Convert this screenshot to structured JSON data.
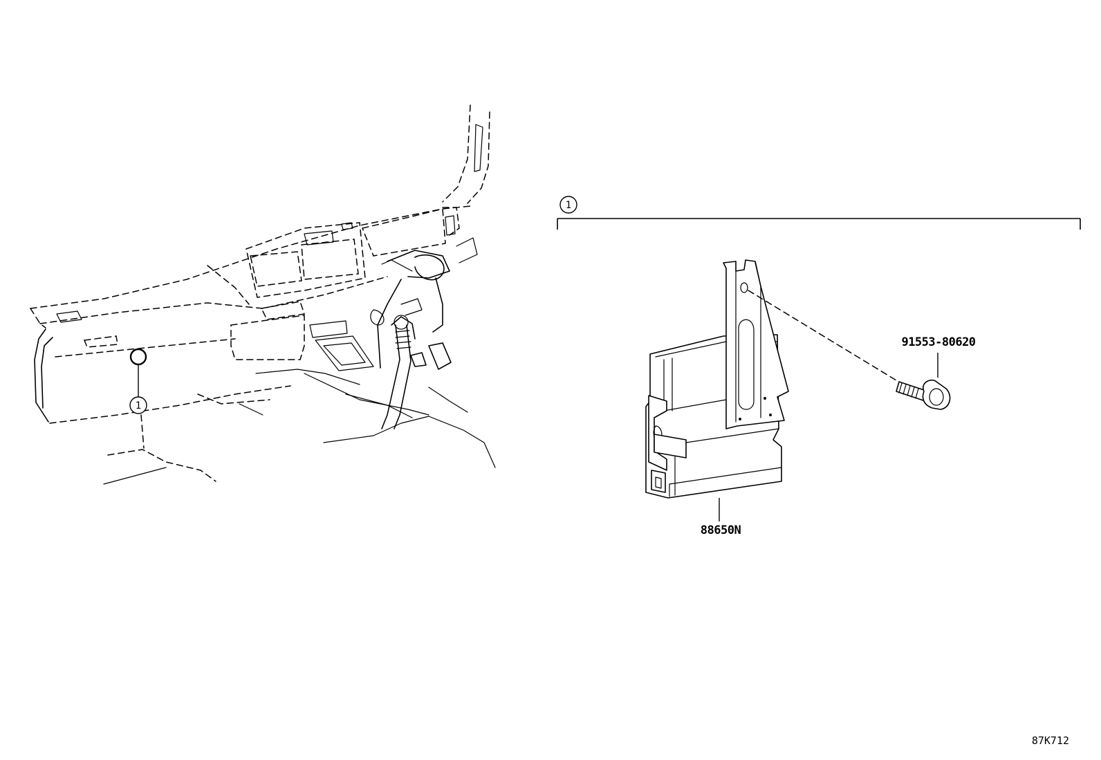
{
  "callouts": {
    "group_marker": "1",
    "dash_marker": "1"
  },
  "parts": {
    "ecu_part_no": "88650N",
    "bolt_part_no": "91553-80620"
  },
  "diagram_id": "87K712"
}
